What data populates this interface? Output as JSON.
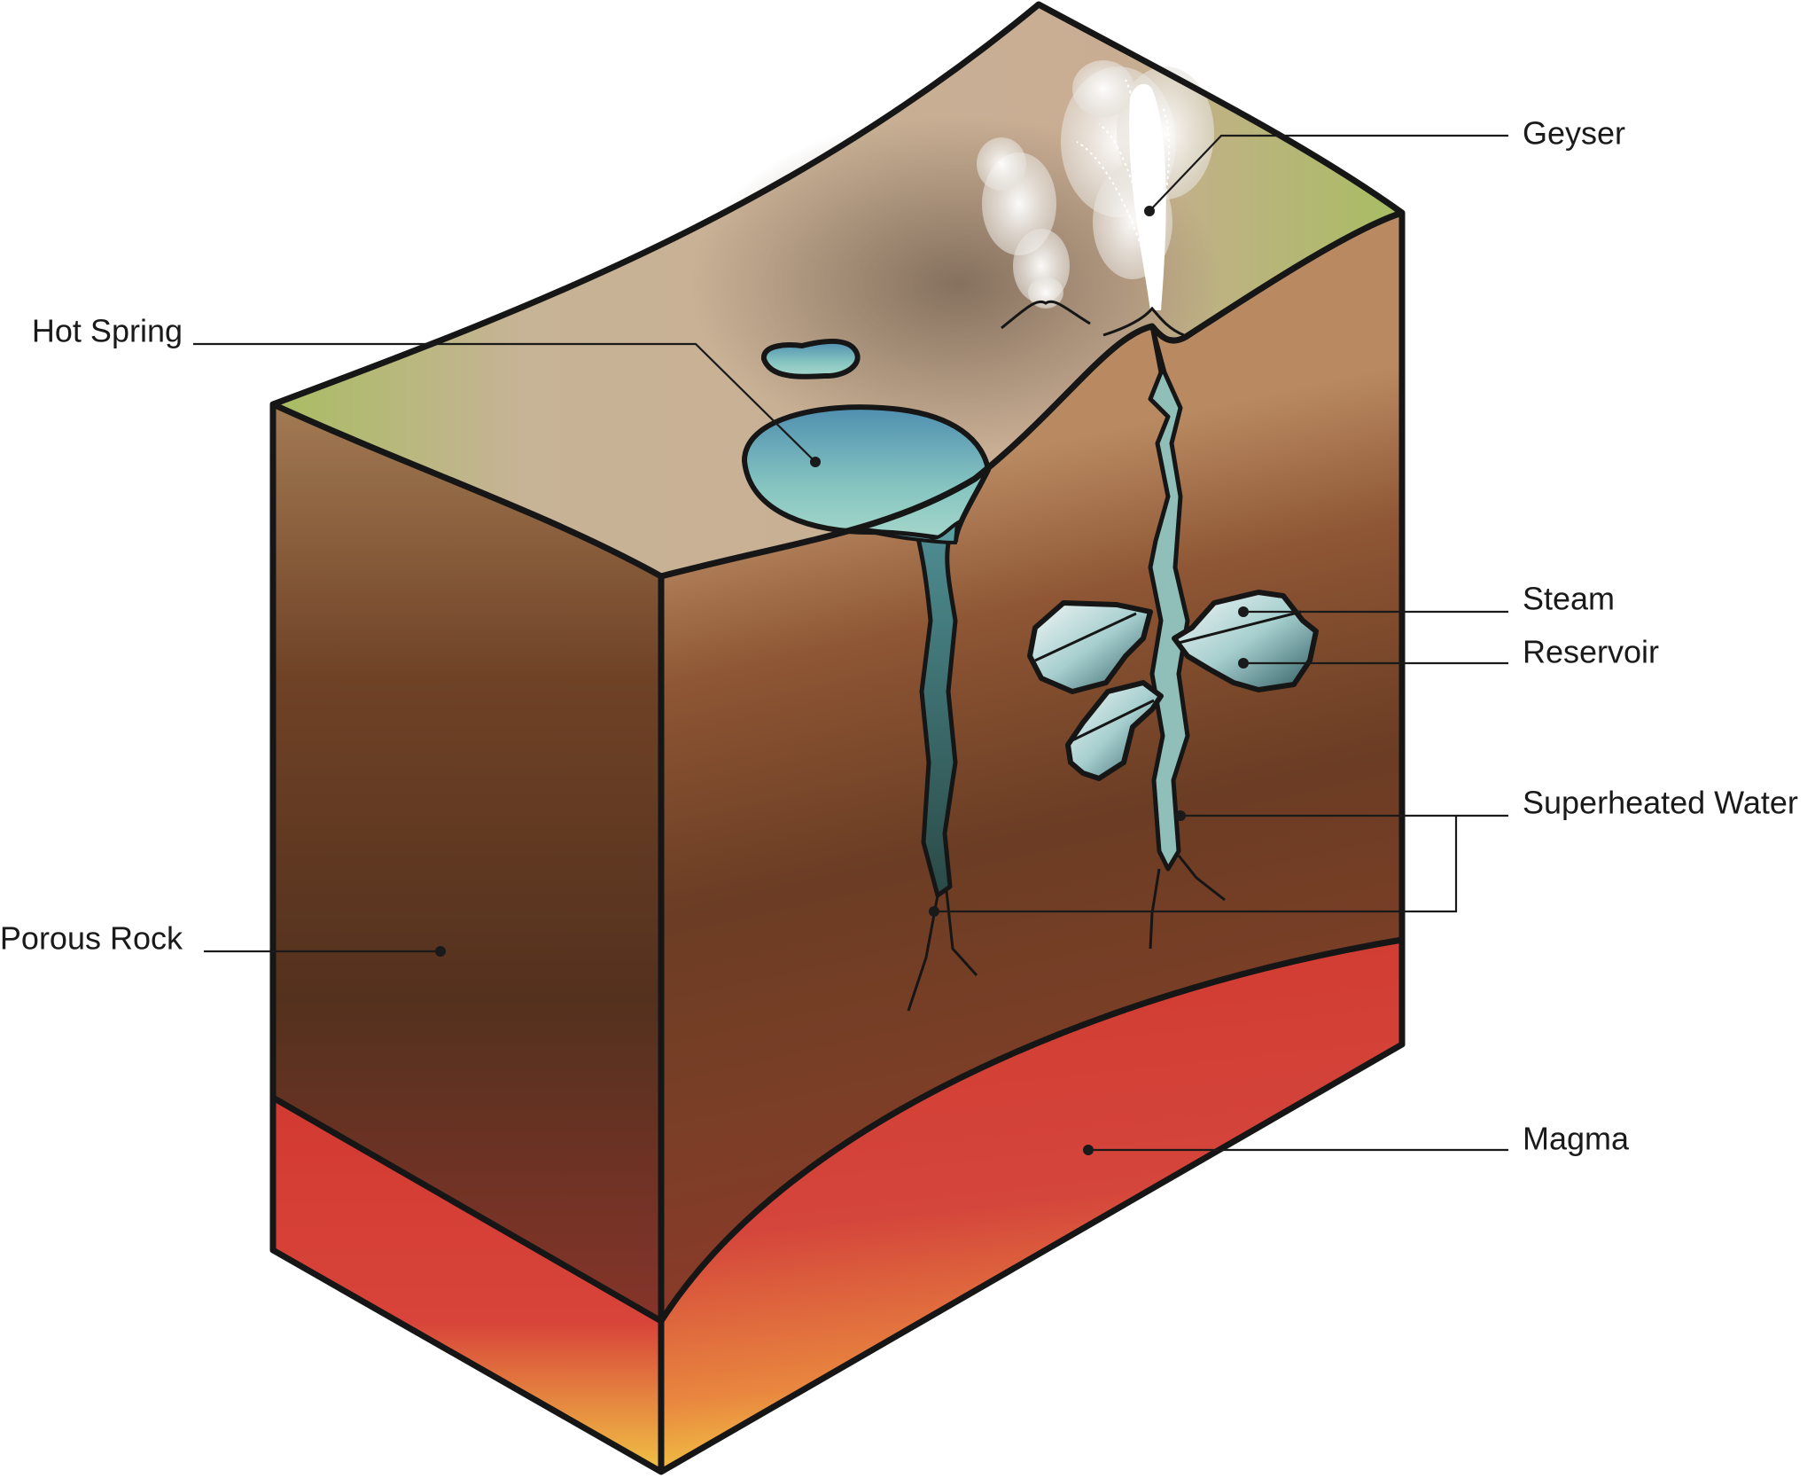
{
  "labels": {
    "geyser": "Geyser",
    "hot_spring": "Hot Spring",
    "steam": "Steam",
    "reservoir": "Reservoir",
    "superheated_water": "Superheated Water",
    "porous_rock": "Porous Rock",
    "magma": "Magma"
  },
  "colors": {
    "grass": "#a8bd62",
    "ground_surface": "#c7ad92",
    "soil_light": "#b98a62",
    "soil_mid": "#8e5634",
    "soil_dark": "#5a3320",
    "magma_red": "#cf3b31",
    "magma_yellow": "#f2c544",
    "water": "#7fc0c0",
    "steam": "#f2f2f2",
    "outline": "#161616"
  }
}
